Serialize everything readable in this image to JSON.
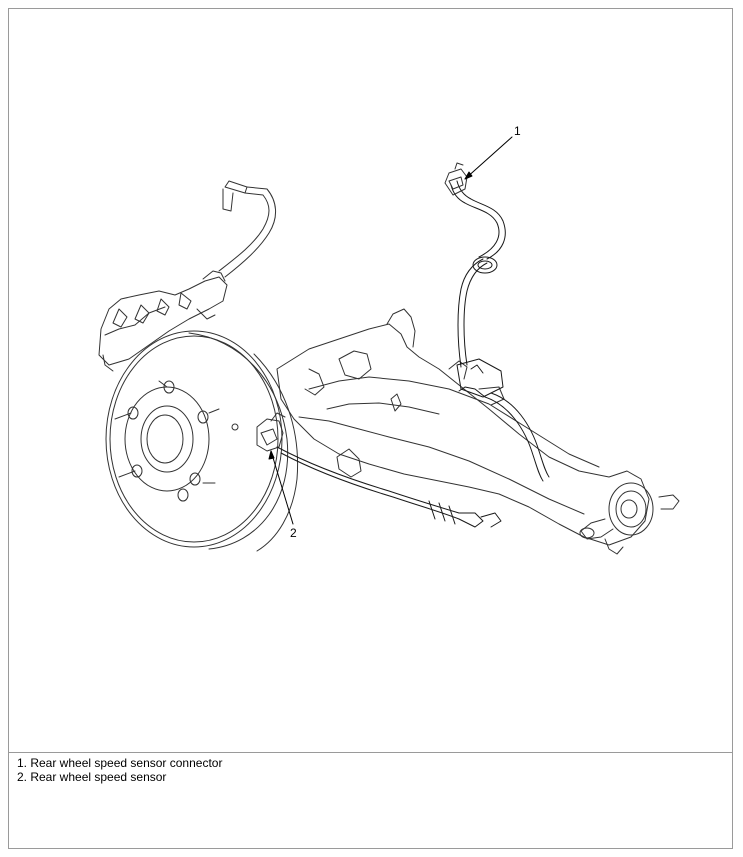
{
  "figure": {
    "callouts": [
      {
        "label": "1",
        "target": "rear-wheel-speed-sensor-connector"
      },
      {
        "label": "2",
        "target": "rear-wheel-speed-sensor"
      }
    ]
  },
  "legend": {
    "items": [
      "1. Rear wheel speed sensor connector",
      "2. Rear wheel speed sensor"
    ]
  },
  "colors": {
    "border": "#9a9a9a",
    "line": "#333333",
    "hose": "#1a1a1a"
  }
}
